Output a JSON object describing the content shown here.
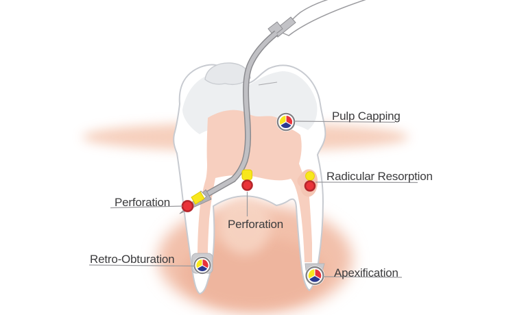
{
  "figure": {
    "title": "Endodontic treatments diagram (tooth cross-section with ultrasonic tip)",
    "type": "medical-illustration"
  },
  "labels": {
    "pulp_capping": "Pulp Capping",
    "radicular_resorption": "Radicular Resorption",
    "perforation_side": "Perforation",
    "perforation_furcation": "Perforation",
    "retro_obturation": "Retro-Obturation",
    "apexification": "Apexification"
  },
  "markers": [
    {
      "name": "pulp-capping-marker",
      "shape": "tri-color-circle",
      "colors": [
        "#f8e71d",
        "#e8333a",
        "#2b3990"
      ]
    },
    {
      "name": "radicular-resorption-marker",
      "shape": "yellow-dot-over-red-dot",
      "colors": [
        "#f8e71d",
        "#e8333a"
      ]
    },
    {
      "name": "side-perforation-marker",
      "shape": "yellow-square-red-dot-at-file-tip",
      "colors": [
        "#f8e71d",
        "#e8333a"
      ]
    },
    {
      "name": "furcation-perforation-marker",
      "shape": "yellow-square-over-red-dot",
      "colors": [
        "#f8e71d",
        "#e8333a"
      ]
    },
    {
      "name": "retro-obturation-marker",
      "shape": "tri-color-circle-on-gray-plug",
      "colors": [
        "#f8e71d",
        "#e8333a",
        "#2b3990"
      ]
    },
    {
      "name": "apexification-marker",
      "shape": "tri-color-circle-on-gray-plug",
      "colors": [
        "#f8e71d",
        "#e8333a",
        "#2b3990"
      ]
    }
  ],
  "colors": {
    "background": "#ffffff",
    "tooth_outline": "#c7cad0",
    "tooth_fill": "#ffffff",
    "pulp": "#f7cfbf",
    "gum_glow": "#f2c0aa",
    "instrument_gray": "#bfbfc3",
    "marker_yellow": "#f8e71d",
    "marker_red": "#e8333a",
    "marker_red_ring": "#b5262b",
    "marker_blue": "#2b3990",
    "label_text": "#3b3b3d",
    "callout_line": "#98989c"
  }
}
